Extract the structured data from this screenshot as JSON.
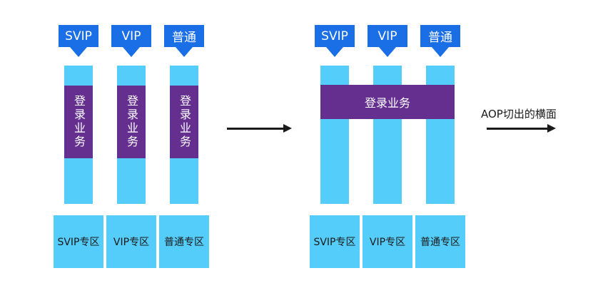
{
  "left": {
    "tags": [
      "SVIP",
      "VIP",
      "普通"
    ],
    "band_label": "登录业务",
    "zones": [
      "SVIP专区",
      "VIP专区",
      "普通专区"
    ]
  },
  "right": {
    "tags": [
      "SVIP",
      "VIP",
      "普通"
    ],
    "band_label": "登录业务",
    "zones": [
      "SVIP专区",
      "VIP专区",
      "普通专区"
    ]
  },
  "caption": "AOP切出的横面",
  "colors": {
    "tag_blue": "#1a6ee6",
    "column_cyan": "#55cdfb",
    "band_purple": "#642f8f",
    "arrow": "#1a1a1a"
  }
}
